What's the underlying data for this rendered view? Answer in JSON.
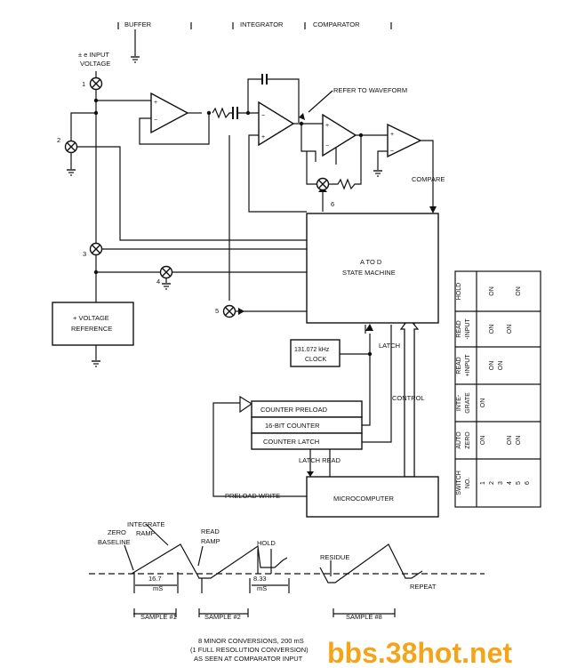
{
  "section_labels": {
    "buffer": "BUFFER",
    "integrator": "INTEGRATOR",
    "comparator": "COMPARATOR"
  },
  "input": {
    "line1": "± e INPUT",
    "line2": "VOLTAGE"
  },
  "refer_waveform": "REFER TO WAVEFORM",
  "compare": "COMPARE",
  "state_machine": {
    "line1": "A TO D",
    "line2": "STATE MACHINE"
  },
  "voltage_reference": {
    "line1": "+ VOLTAGE",
    "line2": "REFERENCE"
  },
  "clock": {
    "line1": "131.072 kHz",
    "line2": "CLOCK"
  },
  "latch": "LATCH",
  "control": "CONTROL",
  "counter_preload": "COUNTER PRELOAD",
  "counter_16bit": "16-BIT COUNTER",
  "counter_latch": "COUNTER LATCH",
  "latch_read": "LATCH READ",
  "preload_write": "PRELOAD WRITE",
  "microcomputer": "MICROCOMPUTER",
  "switch_numbers": [
    "1",
    "2",
    "3",
    "4",
    "5",
    "6"
  ],
  "switch_table": {
    "columns": [
      {
        "header": [
          "SWITCH",
          "NO."
        ],
        "cells": [
          "1",
          "2",
          "3",
          "4",
          "5",
          "6"
        ]
      },
      {
        "header": [
          "AUTO",
          "ZERO"
        ],
        "cells": [
          "ON",
          "",
          "",
          "ON",
          "ON",
          ""
        ]
      },
      {
        "header": [
          "INTE-",
          "GRATE"
        ],
        "cells": [
          "ON",
          "",
          "",
          "",
          "",
          ""
        ]
      },
      {
        "header": [
          "READ",
          "+INPUT"
        ],
        "cells": [
          "",
          "ON",
          "ON",
          "",
          "",
          ""
        ]
      },
      {
        "header": [
          "READ",
          "-INPUT"
        ],
        "cells": [
          "",
          "ON",
          "",
          "ON",
          "",
          ""
        ]
      },
      {
        "header": [
          "HOLD",
          ""
        ],
        "cells": [
          "",
          "ON",
          "",
          "",
          "ON",
          ""
        ]
      }
    ]
  },
  "waveform": {
    "zero_baseline": [
      "ZERO",
      "BASELINE"
    ],
    "integrate_ramp": [
      "INTEGRATE",
      "RAMP"
    ],
    "read_ramp": [
      "READ",
      "RAMP"
    ],
    "hold": "HOLD",
    "residue": "RESIDUE",
    "repeat": "REPEAT",
    "t1": [
      "16.7",
      "mS"
    ],
    "t2": [
      "8.33",
      "mS"
    ],
    "samples": [
      "SAMPLE #1",
      "SAMPLE #2",
      "SAMPLE #8"
    ],
    "caption": [
      "8 MINOR CONVERSIONS, 200 mS",
      "(1 FULL RESOLUTION CONVERSION)",
      "AS SEEN AT COMPARATOR INPUT"
    ]
  },
  "watermark": "bbs.38hot.net"
}
